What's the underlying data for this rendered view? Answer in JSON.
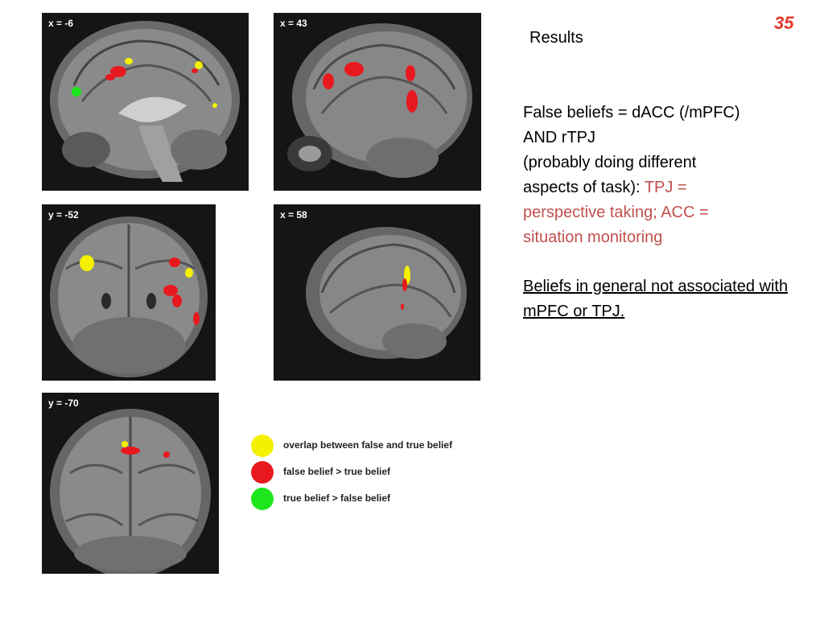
{
  "slide": {
    "page_number": "35",
    "title": "Results",
    "para1": {
      "line1": "False beliefs = dACC (/mPFC)",
      "line2": "AND rTPJ",
      "line3": "(probably doing different",
      "line4_black": "aspects of task): ",
      "line4_red": "TPJ  =",
      "line5_red": "perspective taking; ACC =",
      "line6_red": "situation monitoring"
    },
    "para2": "Beliefs in general not associated with mPFC or TPJ."
  },
  "scans": [
    {
      "label": "x = -6"
    },
    {
      "label": "x = 43"
    },
    {
      "label": "y = -52"
    },
    {
      "label": "x = 58"
    },
    {
      "label": "y = -70"
    }
  ],
  "legend": [
    {
      "label": "overlap between false and true belief",
      "color": "#f5f000"
    },
    {
      "label": "false belief > true belief",
      "color": "#e8191e"
    },
    {
      "label": "true belief > false belief",
      "color": "#1de61d"
    }
  ],
  "colors": {
    "page_number": "#e53a2e",
    "red_text": "#c0504d",
    "activation_red": "#e8191e",
    "activation_yellow": "#f5f000",
    "activation_green": "#1de61d"
  }
}
